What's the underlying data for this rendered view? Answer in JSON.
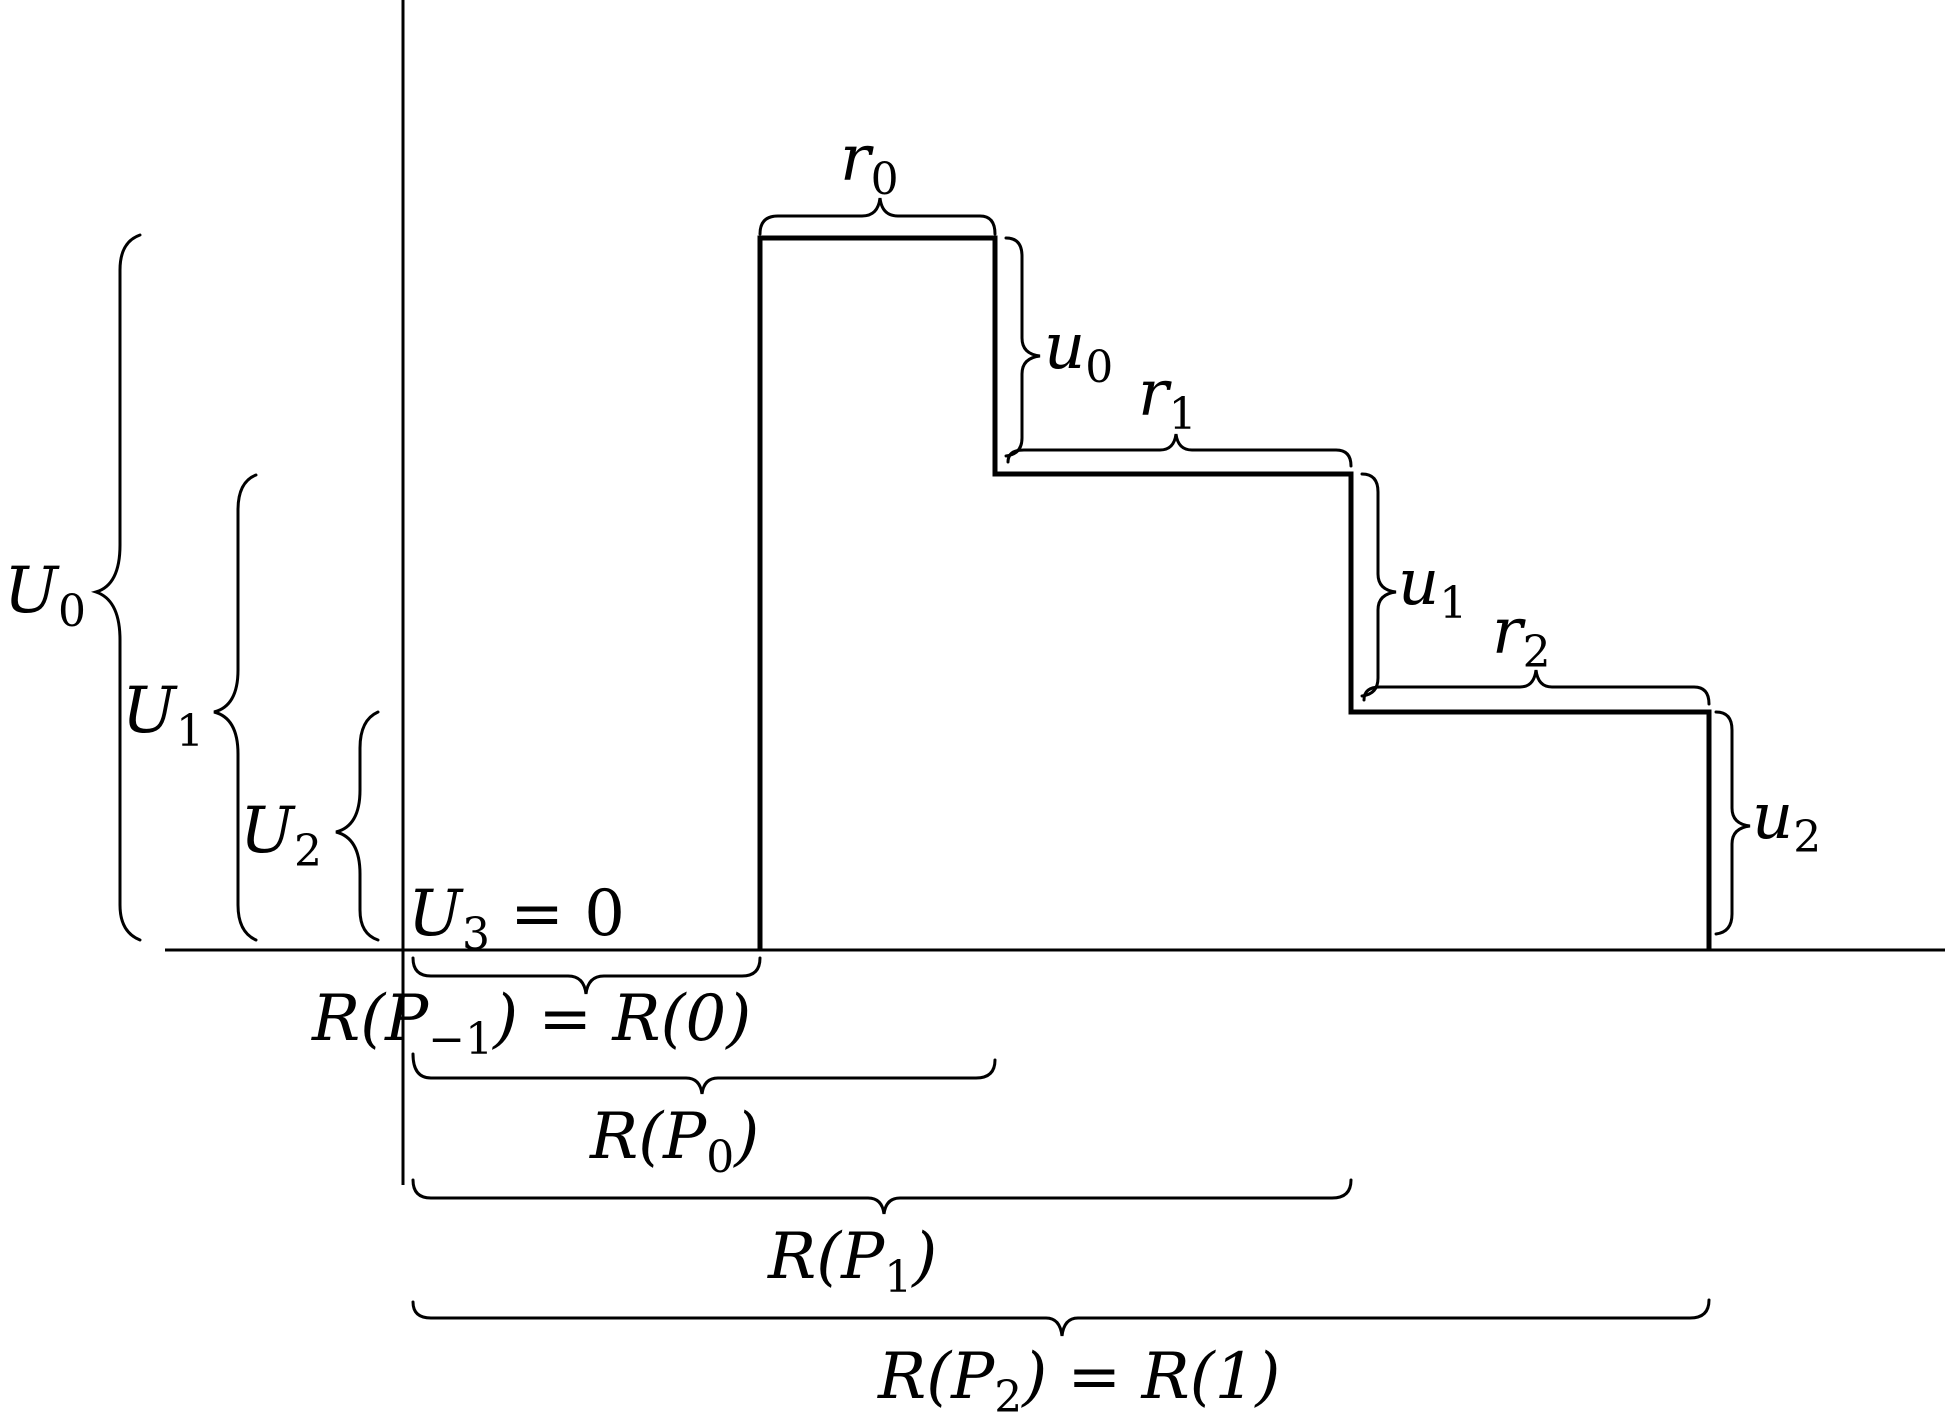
{
  "diagram": {
    "labels": {
      "r0": {
        "base": "r",
        "sub": "0"
      },
      "r1": {
        "base": "r",
        "sub": "1"
      },
      "r2": {
        "base": "r",
        "sub": "2"
      },
      "u0": {
        "base": "u",
        "sub": "0"
      },
      "u1": {
        "base": "u",
        "sub": "1"
      },
      "u2": {
        "base": "u",
        "sub": "2"
      },
      "U0": {
        "base": "U",
        "sub": "0"
      },
      "U1": {
        "base": "U",
        "sub": "1"
      },
      "U2": {
        "base": "U",
        "sub": "2"
      },
      "U3": {
        "base": "U",
        "sub": "3",
        "suffix": " = 0"
      },
      "RPm1": {
        "pre": "R(",
        "base": "P",
        "sub": "−1",
        "suffix": ") = R(0)"
      },
      "RP0": {
        "pre": "R(",
        "base": "P",
        "sub": "0",
        "suffix": ")"
      },
      "RP1": {
        "pre": "R(",
        "base": "P",
        "sub": "1",
        "suffix": ")"
      },
      "RP2": {
        "pre": "R(",
        "base": "P",
        "sub": "2",
        "suffix": ") = R(1)"
      }
    }
  }
}
